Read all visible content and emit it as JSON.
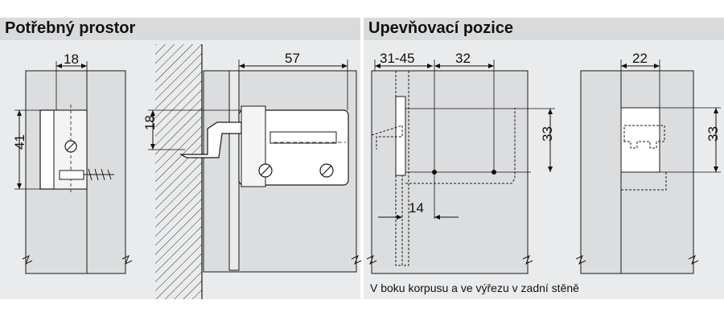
{
  "left_section": {
    "title": "Potřebný prostor",
    "dimensions": {
      "width_top": "18",
      "height_left": "41",
      "side_offset": "18",
      "depth": "57"
    }
  },
  "right_section": {
    "title": "Upevňovací pozice",
    "dimensions": {
      "range": "31-45",
      "spacing": "32",
      "vertical_left": "33",
      "offset": "14",
      "width_right": "22",
      "vertical_right": "33"
    },
    "caption": "V boku korpusu a ve výřezu v zadní stěně"
  },
  "colors": {
    "header_bg": "#d9dadb",
    "panel_bg": "#eaebec",
    "board_fill": "#dcdddf",
    "line": "#1a1a1a",
    "bracket_fill": "#ffffff"
  }
}
